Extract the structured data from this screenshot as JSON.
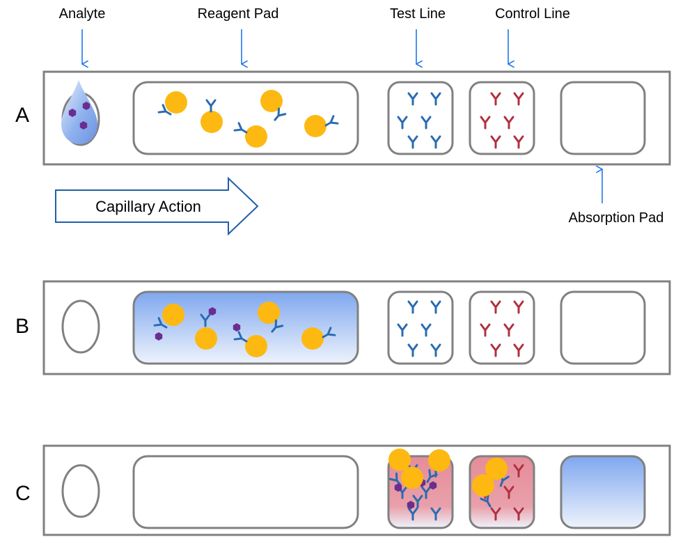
{
  "labels": {
    "analyte": "Analyte",
    "reagent_pad": "Reagent Pad",
    "test_line": "Test Line",
    "control_line": "Control Line",
    "absorption_pad": "Absorption Pad",
    "capillary_action": "Capillary Action"
  },
  "rows": [
    {
      "id": "A",
      "label": "A"
    },
    {
      "id": "B",
      "label": "B"
    },
    {
      "id": "C",
      "label": "C"
    }
  ],
  "colors": {
    "pointer_arrow": "#1f77e8",
    "strip_border": "#808080",
    "gold_particle": "#fdb812",
    "antibody_blue": "#2a6bb0",
    "antibody_red": "#b03040",
    "analyte_purple": "#6b2d8f",
    "fluid_blue": "#7fa7ef",
    "signal_pink": "#e58c99"
  },
  "icons": {
    "particle": "gold-nanoparticle-icon",
    "antibody": "antibody-icon",
    "analyte": "analyte-icon",
    "droplet": "droplet-icon"
  }
}
